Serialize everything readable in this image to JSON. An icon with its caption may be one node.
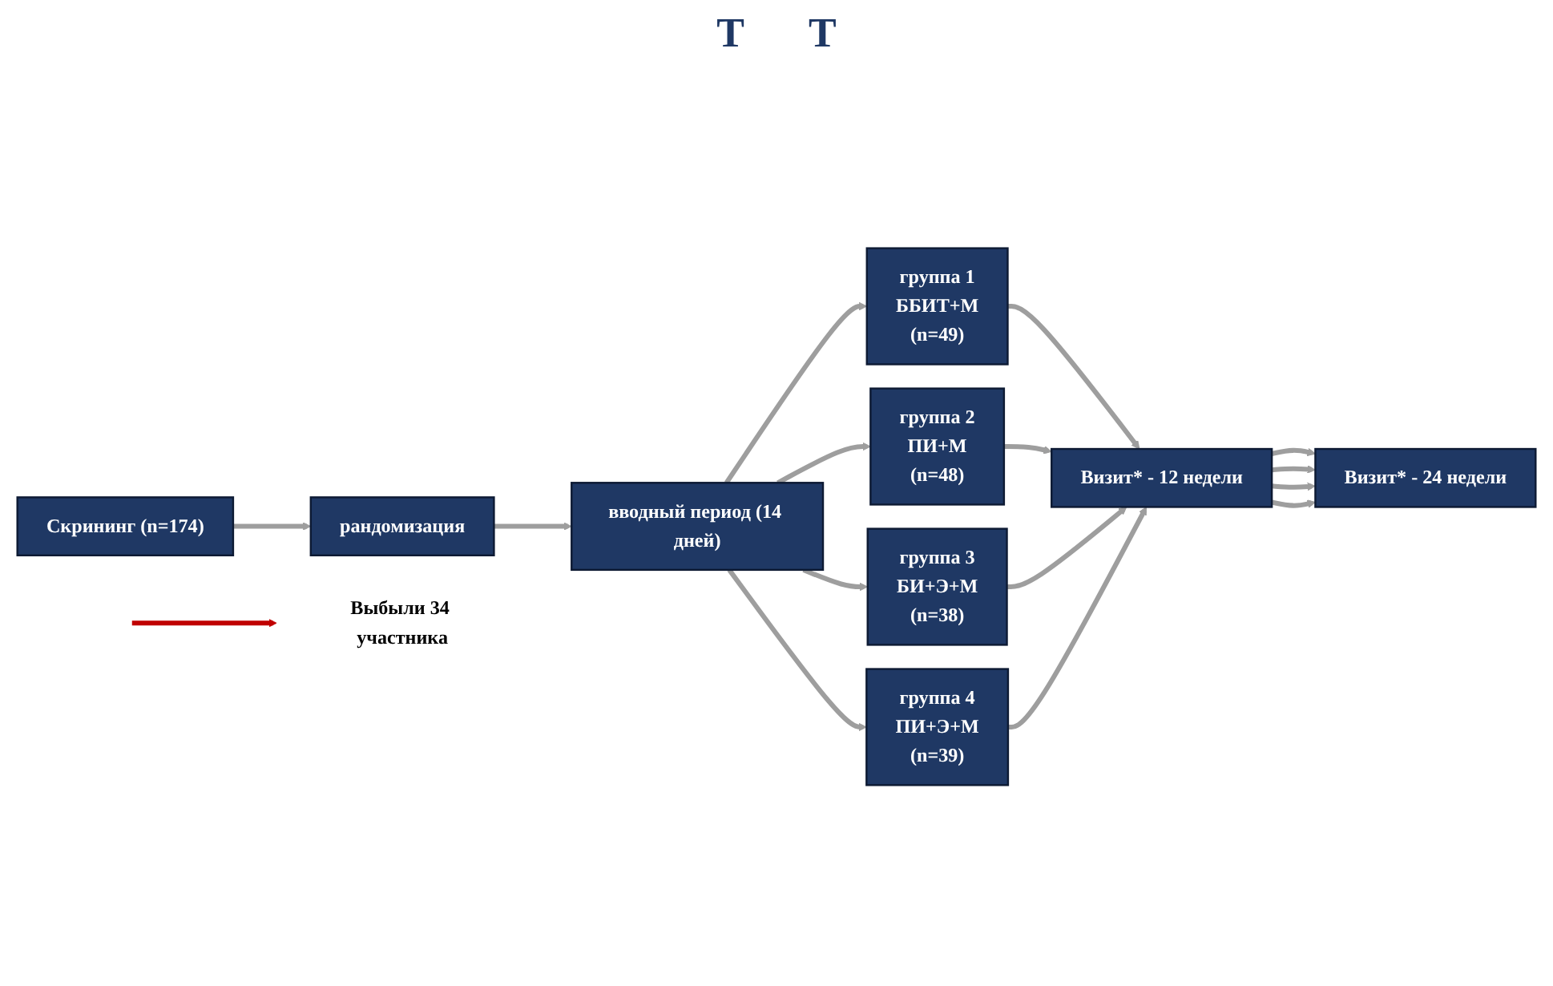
{
  "diagram": {
    "nodes": [
      {
        "text": [
          "Скрининг (n=174)"
        ]
      },
      {
        "text": [
          "рандомизация"
        ]
      },
      {
        "text": [
          "вводный период (14 дней)"
        ]
      },
      {
        "text": [
          "группа 1",
          "ББИТ+М",
          "(n=49)"
        ]
      },
      {
        "text": [
          "группа 2",
          "ПИ+М",
          "(n=48)"
        ]
      },
      {
        "text": [
          "группа 3",
          "БИ+Э+М",
          "(n=38)"
        ]
      },
      {
        "text": [
          "группа 4",
          "ПИ+Э+М",
          "(n=39)"
        ]
      },
      {
        "text": [
          "Визит* - 12 недели"
        ]
      },
      {
        "text": [
          "Визит* - 24 недели"
        ]
      },
      {
        "text": [
          "Выбыли 34 участника"
        ]
      }
    ],
    "edges": [
      {
        "from": 0,
        "to": 1,
        "arrow": "to"
      },
      {
        "from": 1,
        "to": 2,
        "arrow": "to"
      },
      {
        "from": 2,
        "to": 3,
        "arrow": "to"
      },
      {
        "from": 2,
        "to": 4,
        "arrow": "to"
      },
      {
        "from": 2,
        "to": 5,
        "arrow": "to"
      },
      {
        "from": 2,
        "to": 6,
        "arrow": "to"
      },
      {
        "from": 3,
        "to": 7,
        "arrow": "to"
      },
      {
        "from": 4,
        "to": 7,
        "arrow": "to"
      },
      {
        "from": 5,
        "to": 7,
        "arrow": "to"
      },
      {
        "from": 6,
        "to": 7,
        "arrow": "to"
      },
      {
        "from": 7,
        "to": 8,
        "arrow": "to"
      },
      {
        "from": 7,
        "to": 8,
        "arrow": "to"
      },
      {
        "from": 7,
        "to": 8,
        "arrow": "to"
      },
      {
        "from": 7,
        "to": 8,
        "arrow": "to"
      },
      {
        "from": null,
        "to": 9,
        "arrow": "to",
        "color": "#c00000"
      }
    ],
    "labels": [
      "Т",
      "Т"
    ]
  }
}
